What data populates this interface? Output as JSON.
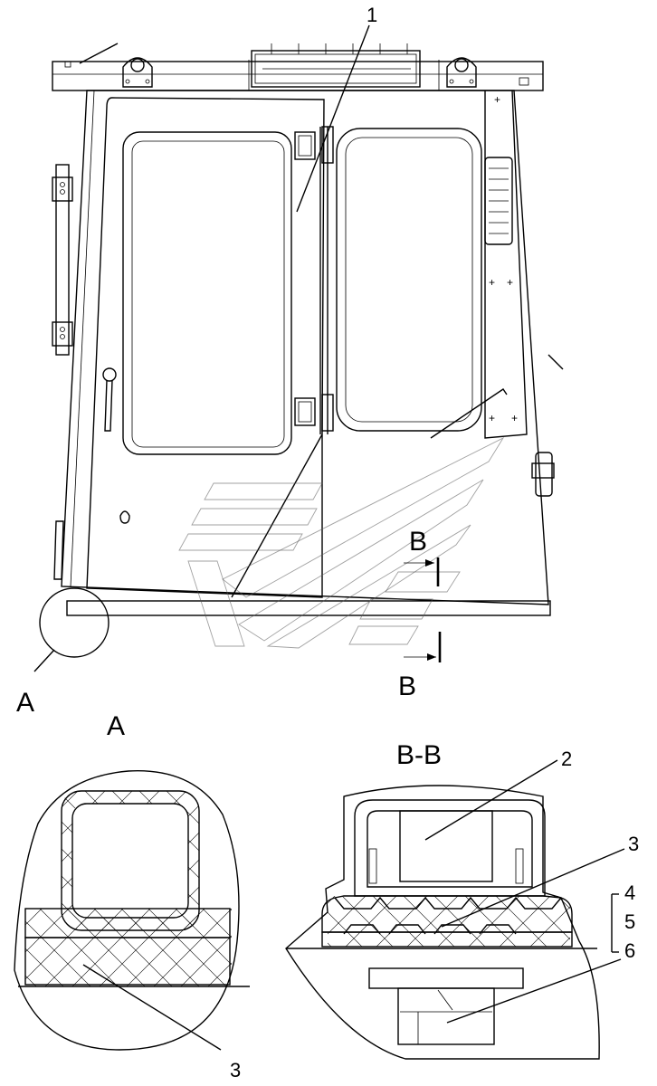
{
  "callouts": {
    "c1": "1",
    "c2": "2",
    "c3_section": "3",
    "c4": "4",
    "c5": "5",
    "c6": "6",
    "c3_detail": "3"
  },
  "views": {
    "detail_marker": "A",
    "detail_title": "A",
    "section_marker_top": "B",
    "section_marker_bottom": "B",
    "section_title": "B-B"
  }
}
